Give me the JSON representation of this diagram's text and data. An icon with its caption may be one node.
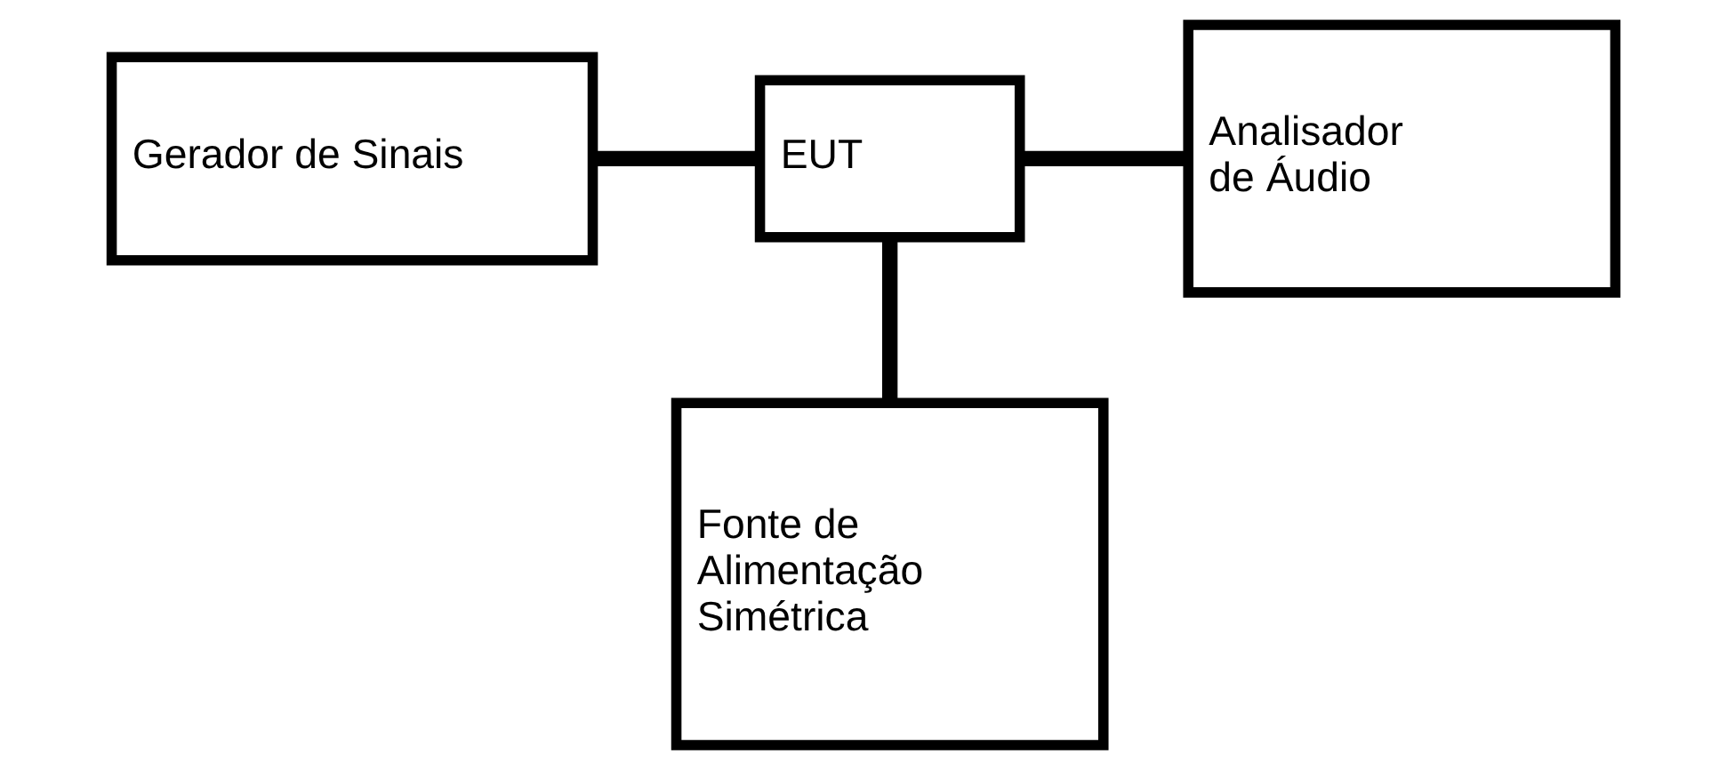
{
  "diagram": {
    "nodes": [
      {
        "text": [
          "Gerador de Sinais"
        ]
      },
      {
        "text": [
          "EUT"
        ]
      },
      {
        "text": [
          "Analisador de Áudio"
        ]
      },
      {
        "text": [
          "Fonte de Alimentação Simétrica"
        ]
      }
    ],
    "edges": [
      {
        "from": 0,
        "to": 1,
        "arrow": "none"
      },
      {
        "from": 1,
        "to": 2,
        "arrow": "none"
      },
      {
        "from": 1,
        "to": 3,
        "arrow": "none"
      }
    ]
  }
}
